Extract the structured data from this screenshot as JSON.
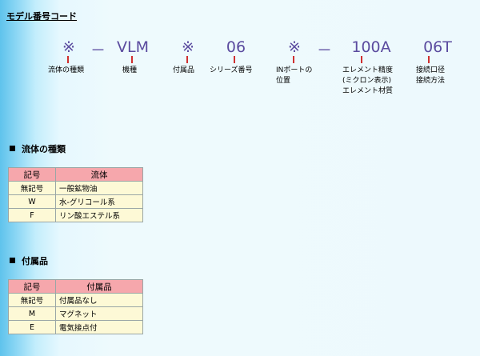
{
  "title": "モデル番号コード",
  "code": {
    "seg1": "※",
    "dash1": "－",
    "seg2": "VLM",
    "seg3": "※",
    "seg4": "06",
    "seg5": "※",
    "dash2": "－",
    "seg6": "100A",
    "seg7": "06T"
  },
  "labels": {
    "l1": "流体の種類",
    "l2": "機種",
    "l3": "付属品",
    "l4": "シリーズ番号",
    "l5a": "INポートの",
    "l5b": "位置",
    "l6a": "エレメント精度",
    "l6b": "(ミクロン表示)",
    "l6c": "エレメント材質",
    "l7a": "接続口径",
    "l7b": "接続方法"
  },
  "fluid": {
    "heading": "流体の種類",
    "col_code": "記号",
    "col_desc": "流体",
    "rows": [
      {
        "code": "無記号",
        "desc": "一般鉱物油"
      },
      {
        "code": "W",
        "desc": "水-グリコール系"
      },
      {
        "code": "F",
        "desc": "リン酸エステル系"
      }
    ]
  },
  "accessory": {
    "heading": "付属品",
    "col_code": "記号",
    "col_desc": "付属品",
    "rows": [
      {
        "code": "無記号",
        "desc": "付属品なし"
      },
      {
        "code": "M",
        "desc": "マグネット"
      },
      {
        "code": "E",
        "desc": "電気接点付"
      }
    ]
  },
  "colors": {
    "code_text": "#5b4b9f",
    "tick": "#d03030",
    "table_header": "#f6a7ac",
    "table_cell": "#fdf9d6"
  }
}
